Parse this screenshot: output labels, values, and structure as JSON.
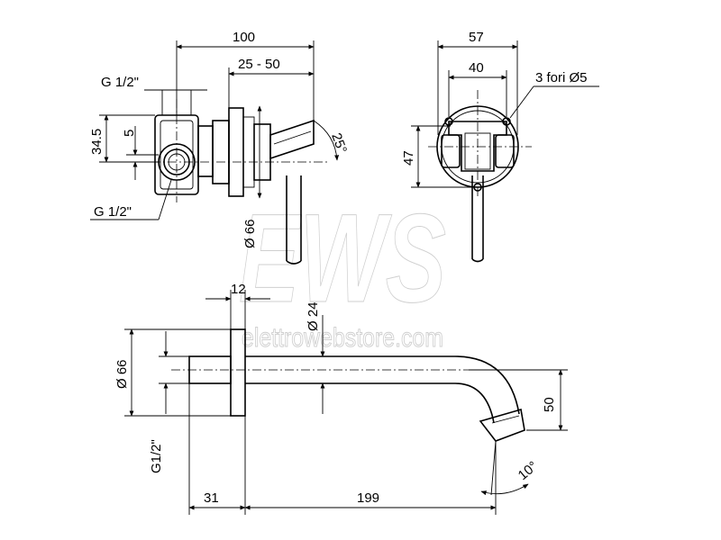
{
  "watermark": {
    "logo": "EWS",
    "site": "elettrowebstore.com"
  },
  "top_left_view": {
    "dim_total_width": "100",
    "dim_adjust": "25 - 50",
    "dim_thread_top": "G 1/2\"",
    "dim_thread_bottom": "G 1/2\"",
    "dim_height": "34.5",
    "dim_offset": "5",
    "dim_angle": "25°",
    "dim_plate_diameter": "Ø 66"
  },
  "top_right_view": {
    "dim_width": "57",
    "dim_holes_spacing": "40",
    "dim_holes_label": "3 fori Ø5",
    "dim_height": "47"
  },
  "bottom_view": {
    "dim_plate_thickness": "12",
    "dim_spout_diameter": "Ø 24",
    "dim_plate_diameter": "Ø 66",
    "dim_thread": "G1/2\"",
    "dim_depth": "31",
    "dim_spout_length": "199",
    "dim_spout_height": "50",
    "dim_spout_angle": "10°"
  },
  "colors": {
    "line": "#000000",
    "watermark": "#d3d3d3",
    "background": "#ffffff"
  }
}
